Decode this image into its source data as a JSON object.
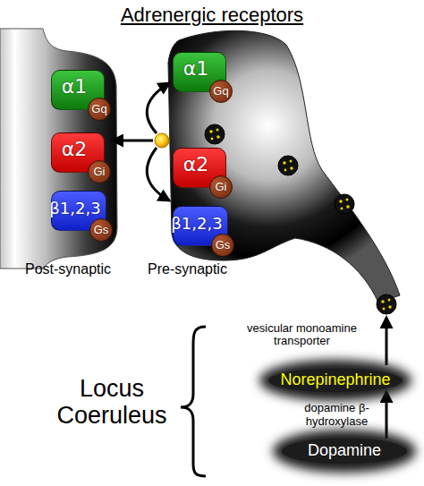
{
  "diagram": {
    "title": "Adrenergic receptors",
    "nodes": [
      {
        "text": [
          "α1"
        ]
      },
      {
        "text": [
          "Gq"
        ],
        "in": 0
      },
      {
        "text": [
          "α2"
        ]
      },
      {
        "text": [
          "Gi"
        ],
        "in": 2
      },
      {
        "text": [
          "β1,2,3"
        ]
      },
      {
        "text": [
          "Gs"
        ],
        "in": 4
      },
      {
        "text": [
          "α1"
        ]
      },
      {
        "text": [
          "Gq"
        ],
        "in": 6
      },
      {
        "text": [
          "α2"
        ]
      },
      {
        "text": [
          "Gi"
        ],
        "in": 8
      },
      {
        "text": [
          "β1,2,3"
        ]
      },
      {
        "text": [
          "Gs"
        ],
        "in": 10
      },
      {
        "text": [
          "Norepinephrine"
        ]
      },
      {
        "text": [
          "Dopamine"
        ]
      }
    ],
    "edges": [
      {
        "from": 13,
        "to": 12,
        "arrow": "to",
        "label": "dopamine β-hydroxylase"
      }
    ],
    "labels": [
      "Post-synaptic",
      "Pre-synaptic",
      "vesicular monoamine transporter",
      "Locus Coeruleus"
    ]
  }
}
